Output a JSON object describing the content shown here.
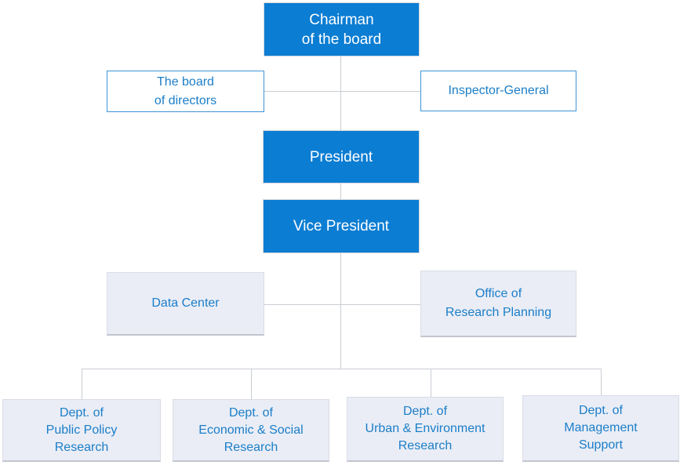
{
  "diagram_type": "organization-chart",
  "nodes": {
    "chairman": {
      "label": "Chairman\nof the board",
      "style": "primary"
    },
    "board": {
      "label": "The board\nof directors",
      "style": "outline"
    },
    "inspector": {
      "label": "Inspector-General",
      "style": "outline"
    },
    "president": {
      "label": "President",
      "style": "primary"
    },
    "vice_president": {
      "label": "Vice President",
      "style": "primary"
    },
    "data_center": {
      "label": "Data Center",
      "style": "light"
    },
    "research_planning": {
      "label": "Office of\nResearch Planning",
      "style": "light"
    },
    "dept_public_policy": {
      "label": "Dept. of\nPublic Policy\nResearch",
      "style": "light"
    },
    "dept_economic_social": {
      "label": "Dept. of\nEconomic & Social\nResearch",
      "style": "light"
    },
    "dept_urban_environment": {
      "label": "Dept. of\nUrban & Environment\nResearch",
      "style": "light"
    },
    "dept_management_support": {
      "label": "Dept. of\nManagement\nSupport",
      "style": "light"
    }
  },
  "hierarchy": {
    "root": "chairman",
    "chairman_children": [
      "board",
      "inspector",
      "president"
    ],
    "president_children": [
      "vice_president"
    ],
    "vice_president_children": [
      "data_center",
      "research_planning",
      "dept_public_policy",
      "dept_economic_social",
      "dept_urban_environment",
      "dept_management_support"
    ]
  },
  "colors": {
    "primary_fill": "#0b7dd3",
    "primary_text": "#ffffff",
    "outline_border": "#3d94d6",
    "light_fill": "#eaedf6",
    "light_border": "#d9dce5",
    "light_border_bottom": "#c2c5cd",
    "blue_text": "#1b7ec8",
    "connector_line": "#c9cdd3",
    "background": "#ffffff"
  }
}
